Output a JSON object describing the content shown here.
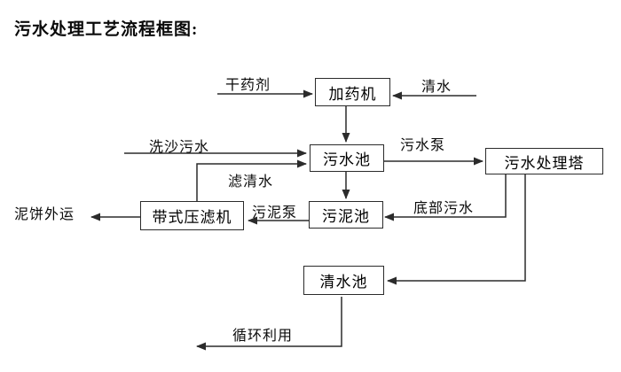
{
  "title": "污水处理工艺流程框图:",
  "colors": {
    "line": "#333333",
    "text": "#000000",
    "background": "#ffffff"
  },
  "diagram": {
    "nodes": [
      {
        "id": "dosing-machine",
        "label": "加药机"
      },
      {
        "id": "sewage-pool",
        "label": "污水池"
      },
      {
        "id": "sewage-treatment-tower",
        "label": "污水处理塔"
      },
      {
        "id": "sludge-pool",
        "label": "污泥池"
      },
      {
        "id": "belt-filter-press",
        "label": "带式压滤机"
      },
      {
        "id": "clean-water-pool",
        "label": "清水池"
      }
    ],
    "edge_labels": [
      {
        "id": "dry-agent",
        "label": "干药剂"
      },
      {
        "id": "clean-water",
        "label": "清水"
      },
      {
        "id": "sand-washing-sewage",
        "label": "洗沙污水"
      },
      {
        "id": "filtered-water",
        "label": "滤清水"
      },
      {
        "id": "sewage-pump",
        "label": "污水泵"
      },
      {
        "id": "sludge-pump",
        "label": "污泥泵"
      },
      {
        "id": "bottom-sewage",
        "label": "底部污水"
      },
      {
        "id": "mud-cake-outbound",
        "label": "泥饼外运"
      },
      {
        "id": "recycling",
        "label": "循环利用"
      }
    ]
  }
}
